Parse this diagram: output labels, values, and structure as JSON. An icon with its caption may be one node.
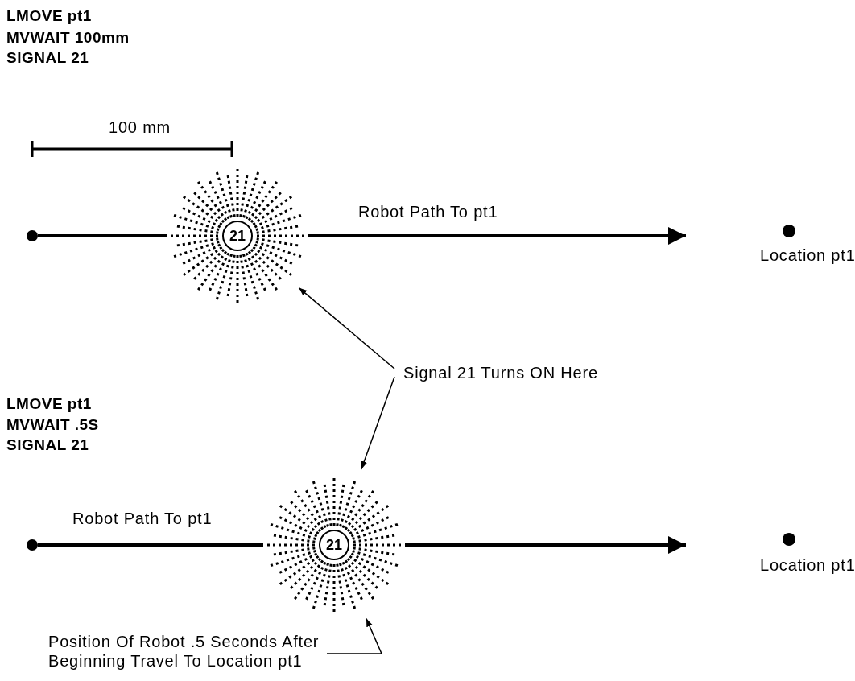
{
  "diagram": {
    "nodes": [
      {
        "text": [],
        "shape": "circle"
      },
      {
        "text": [
          "21"
        ]
      },
      {
        "text": [],
        "shape": "circle",
        "beside": [
          "Location pt1"
        ]
      },
      {
        "text": [
          "Signal 21 Turns ON Here"
        ]
      },
      {
        "text": [],
        "shape": "circle"
      },
      {
        "text": [
          "21"
        ]
      },
      {
        "text": [],
        "shape": "circle",
        "beside": [
          "Location pt1"
        ]
      },
      {
        "text": [
          "Position Of Robot .5 Seconds After Beginning Travel To Location pt1"
        ]
      }
    ],
    "edges": [
      {
        "from": 0,
        "to": 1,
        "arrow": "none"
      },
      {
        "from": 1,
        "to": null,
        "arrow": "to",
        "label": "Robot Path To pt1"
      },
      {
        "from": 4,
        "to": 5,
        "arrow": "none",
        "label": "Robot Path To pt1"
      },
      {
        "from": 5,
        "to": null,
        "arrow": "to"
      },
      {
        "from": 3,
        "to": 1,
        "arrow": "to"
      },
      {
        "from": 3,
        "to": 5,
        "arrow": "to"
      },
      {
        "from": 7,
        "to": 5,
        "arrow": "to"
      }
    ],
    "labels": [
      "LMOVE pt1",
      "MVWAIT 100mm",
      "SIGNAL 21",
      "100 mm",
      "LMOVE pt1",
      "MVWAIT .5S",
      "SIGNAL 21"
    ]
  }
}
